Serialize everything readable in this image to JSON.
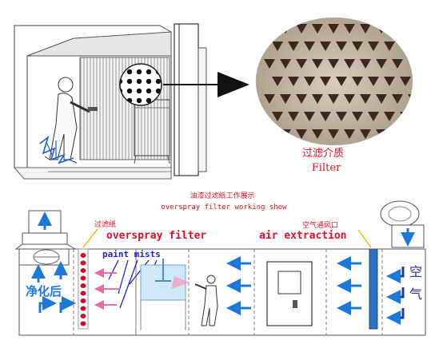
{
  "top_illustration": {
    "filter_label_cn": "过滤介质",
    "filter_label_en": "Filter"
  },
  "bottom_diagram": {
    "title_cn": "油漆过滤纸工作展示",
    "title_en": "overspray filter working show",
    "filter_paper_label_cn": "过滤纸",
    "overspray_label": "overspray filter",
    "air_inlet_label_cn": "空气通风口",
    "air_extraction_label": "air extraction",
    "paint_mists_label": "paint mists",
    "clean_air_label_cn": "净化后",
    "air_char_1": "空",
    "air_char_2": "气"
  },
  "colors": {
    "arrow_blue": "#1e78d8",
    "label_red": "#e0102a",
    "title_red": "#d8121e",
    "label_blue": "#2222cc",
    "pink_mist": "#e86aa8",
    "filter_strip": "#2e6fc0"
  }
}
